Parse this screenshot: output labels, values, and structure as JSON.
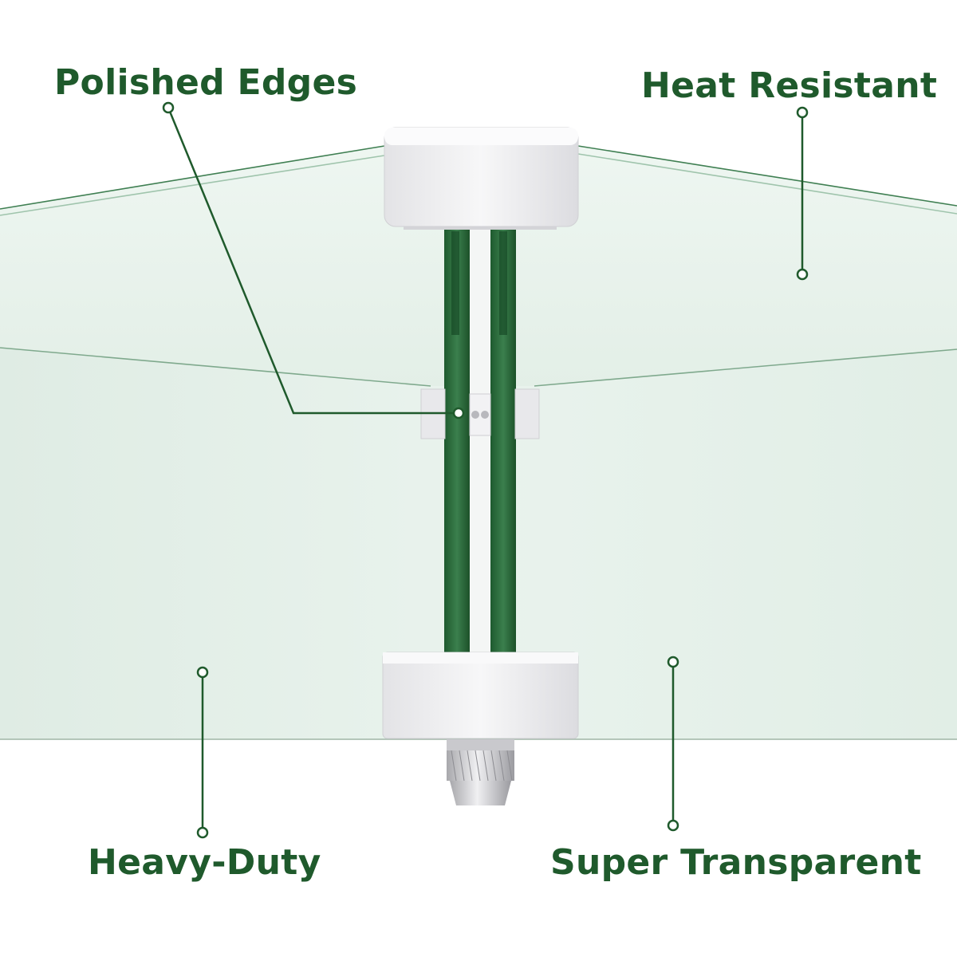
{
  "colors": {
    "accent": "#1f5a2c",
    "glass_fill": "#e6f1ea",
    "glass_edge": "#2d6b3e",
    "bracket": "#ededef",
    "background": "#ffffff"
  },
  "callouts": {
    "top_left": {
      "label": "Polished Edges"
    },
    "top_right": {
      "label": "Heat Resistant"
    },
    "bottom_left": {
      "label": "Heavy-Duty"
    },
    "bottom_right": {
      "label": "Super Transparent"
    }
  },
  "graphic": {
    "subject": "corner-glass-panel-with-bracket-clamp"
  }
}
